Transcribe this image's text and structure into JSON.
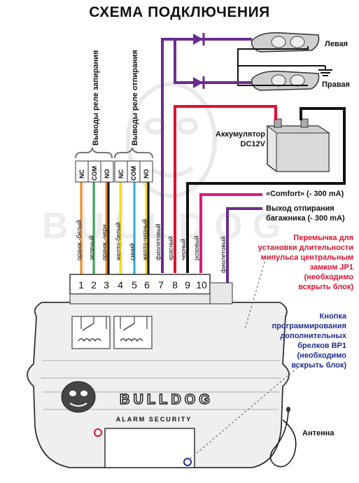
{
  "title": "СХЕМА ПОДКЛЮЧЕНИЯ",
  "lamps": {
    "left": "Левая",
    "right": "Правая"
  },
  "battery": {
    "line1": "Аккумулятор",
    "line2": "DC12V"
  },
  "relay_groups": {
    "lock": "Выводы реле запирания",
    "unlock": "Выводы реле отпирания"
  },
  "relay_contacts": [
    "NC",
    "COM",
    "NO",
    "NC",
    "COM",
    "NO"
  ],
  "wire_colors": [
    "оранж.-белый",
    "зеленый",
    "оранж.-черн",
    "желто-белый",
    "синий",
    "желто-черный",
    "фиолетовый",
    "красный",
    "черный",
    "розовый",
    "фиолетовый"
  ],
  "pin_numbers": [
    "1",
    "2",
    "3",
    "4",
    "5",
    "6",
    "7",
    "8",
    "9",
    "10"
  ],
  "comfort": "«Comfort» (- 300 mA)",
  "trunk": {
    "line1": "Выход отпирания",
    "line2": "багажника (- 300 mA)"
  },
  "jumper": {
    "line1": "Перемычка для",
    "line2": "установки длительности",
    "line3": "мипульса центральным",
    "line4": "замком JP1",
    "line5": "(необходимо",
    "line6": "вскрыть блок)"
  },
  "button": {
    "line1": "Кнопка",
    "line2": "программирования",
    "line3": "дополнительных",
    "line4": "брелков BP1",
    "line5": "(необходимо",
    "line6": "вскрыть блок)"
  },
  "antenna": "Антенна",
  "brand": "BULLDOG",
  "brand_sub": "ALARM SECURITY",
  "watermark": "BULLDOG",
  "colors": {
    "violet": "#6a2c91",
    "red": "#e0102e",
    "black": "#111111",
    "pink": "#e0197d",
    "orange": "#f08a1e",
    "green": "#2aa84a",
    "yellow": "#f5d90a",
    "blue": "#2aa7e0"
  }
}
